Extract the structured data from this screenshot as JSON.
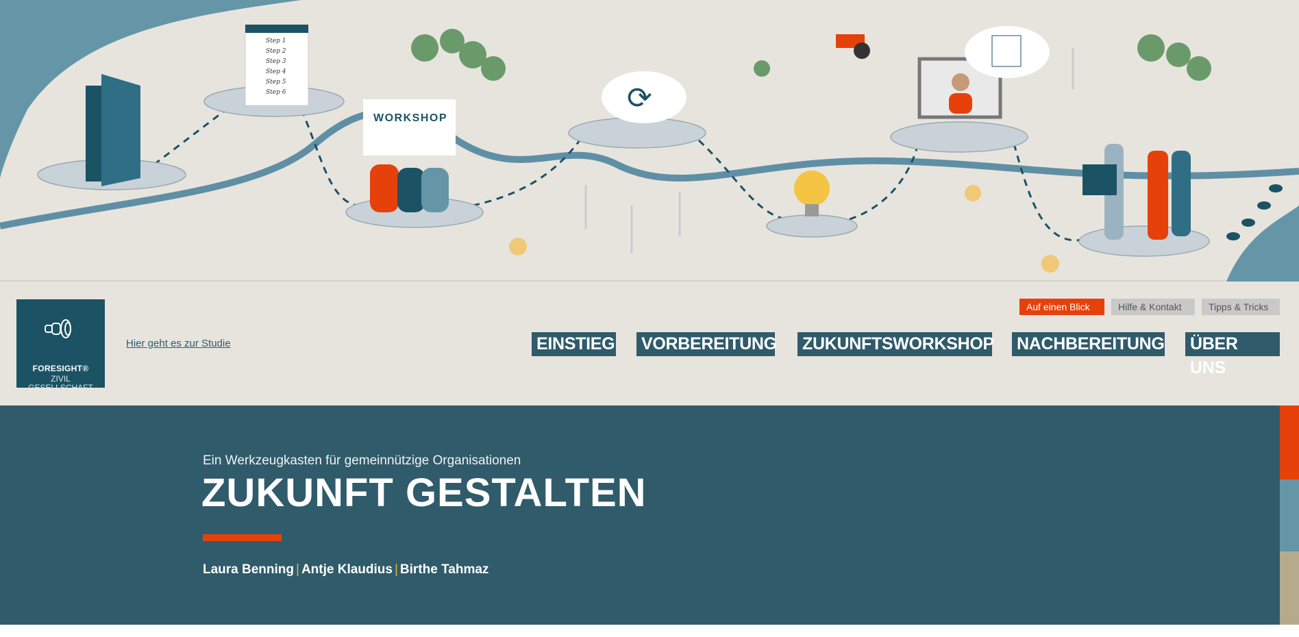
{
  "hero": {
    "workshop_sign": "WORKSHOP",
    "checklist": [
      "Step 1",
      "Step 2",
      "Step 3",
      "Step 4",
      "Step 5",
      "Step 6"
    ],
    "colors": {
      "path": "#5f8fa5",
      "platform": "#c9d2d8",
      "dark": "#1b5264",
      "accent": "#e6410b"
    }
  },
  "header": {
    "logo": {
      "line1": "FORESIGHT®",
      "line2": "ZIVIL",
      "line3": "GESELLSCHAFT"
    },
    "study_link": "Hier geht es zur Studie",
    "top_links": [
      {
        "label": "Auf einen Blick",
        "active": true
      },
      {
        "label": "Hilfe & Kontakt",
        "active": false
      },
      {
        "label": "Tipps & Tricks",
        "active": false
      }
    ],
    "nav": [
      {
        "label": "EINSTIEG"
      },
      {
        "label": "VORBEREITUNG"
      },
      {
        "label": "ZUKUNFTSWORKSHOP"
      },
      {
        "label": "NACHBEREITUNG"
      },
      {
        "label": "ÜBER UNS"
      }
    ]
  },
  "main": {
    "subtitle": "Ein Werkzeugkasten für gemeinnützige Organisationen",
    "title": "ZUKUNFT GESTALTEN",
    "authors": [
      "Laura Benning",
      "Antje Klaudius",
      "Birthe Tahmaz"
    ],
    "side_colors": [
      "#e6410b",
      "#6496a8",
      "#b5aa8c"
    ]
  }
}
